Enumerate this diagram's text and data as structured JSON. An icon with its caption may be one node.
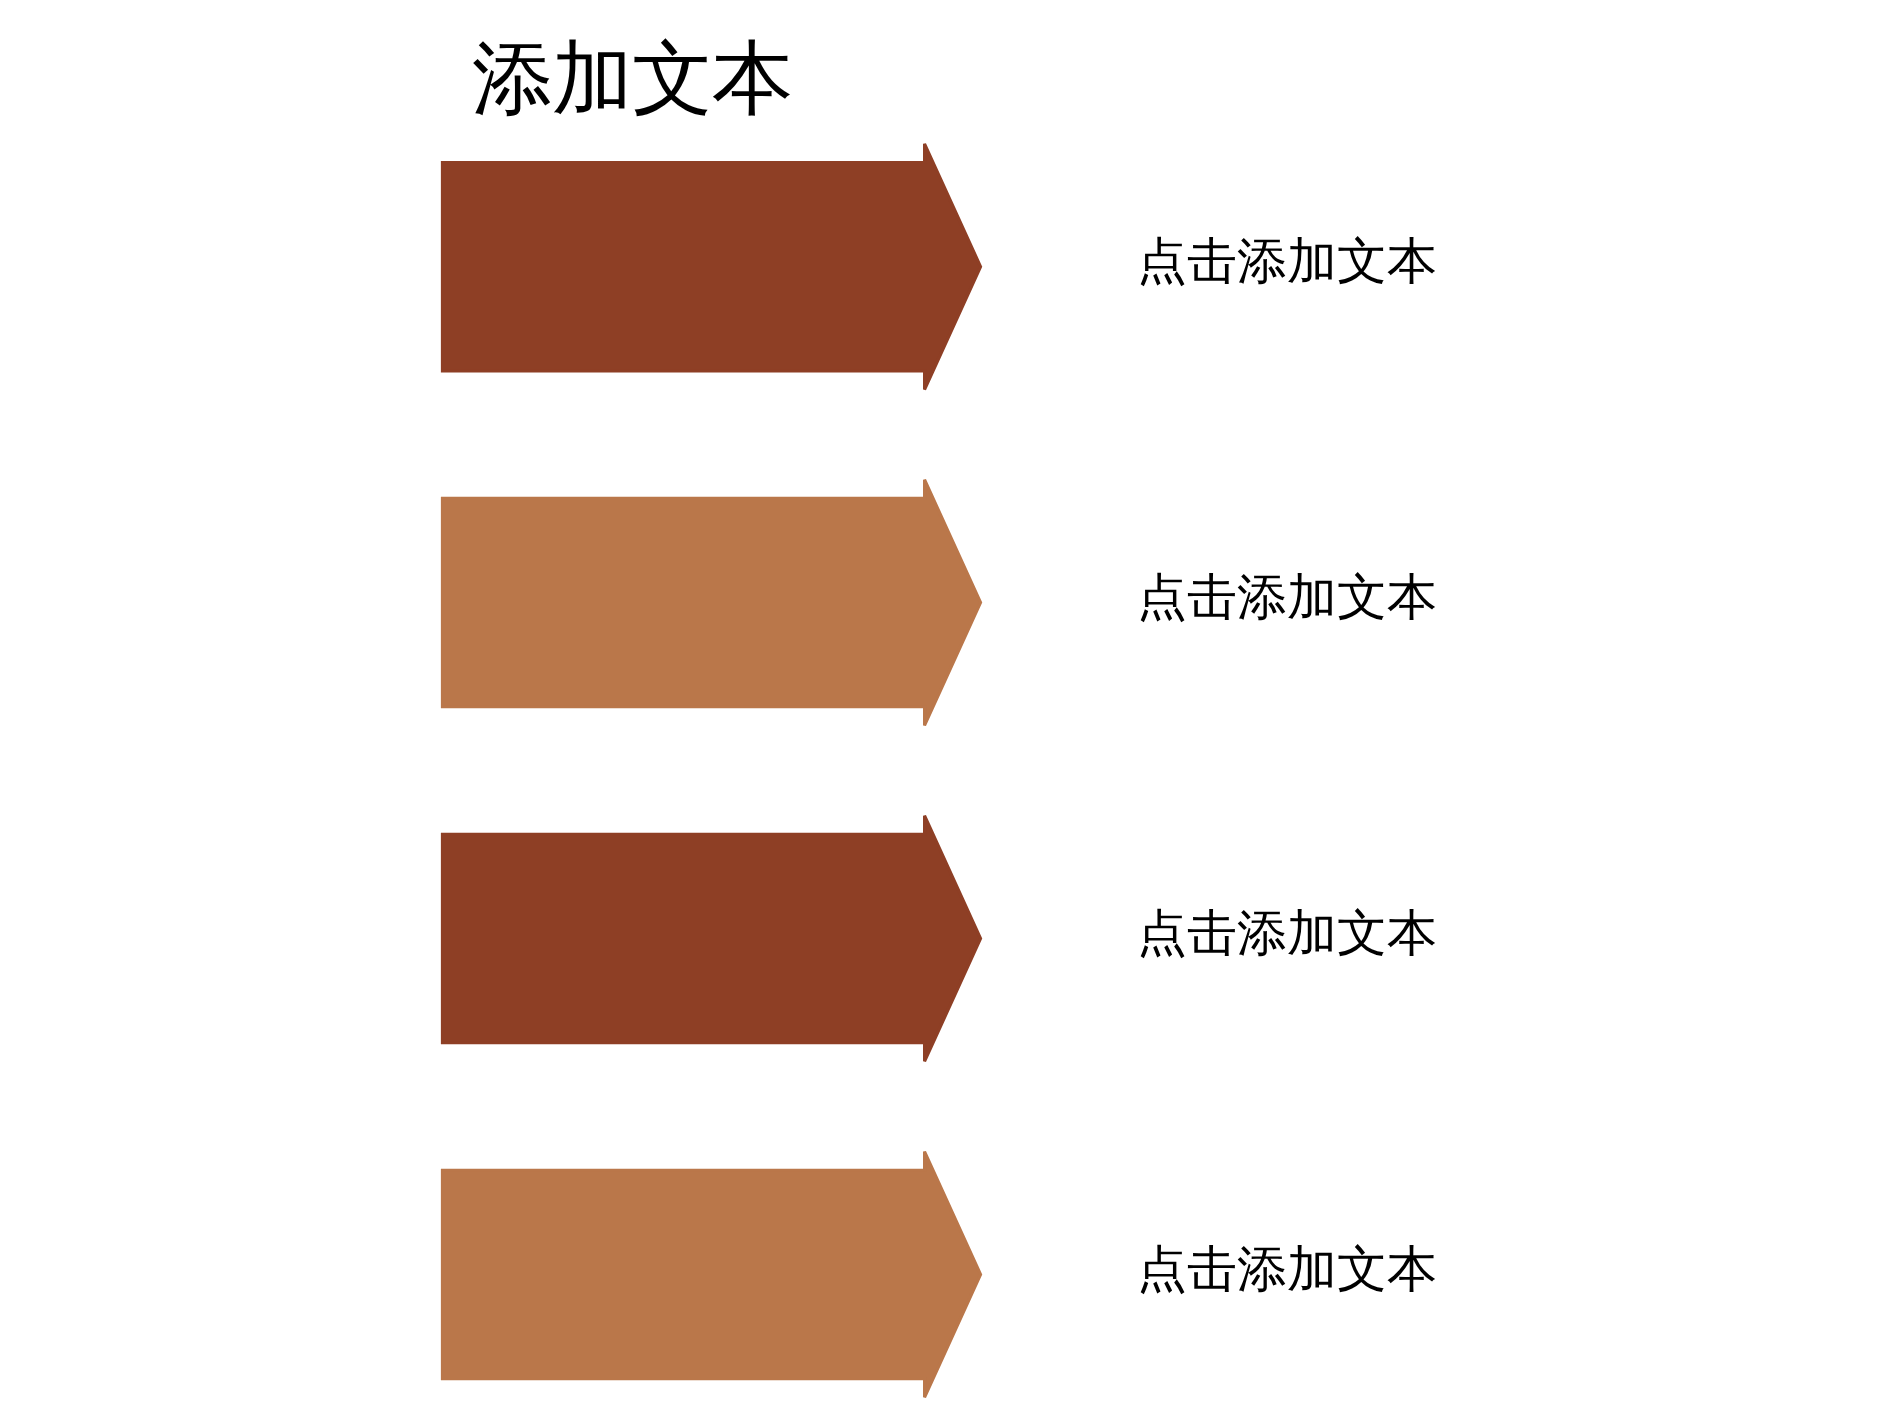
{
  "diagram": {
    "title": "添加文本",
    "nodes": [
      {
        "text": [],
        "shape": "arrow",
        "beside": [
          "点击添加文本"
        ]
      },
      {
        "text": [],
        "shape": "arrow",
        "beside": [
          "点击添加文本"
        ]
      },
      {
        "text": [],
        "shape": "arrow",
        "beside": [
          "点击添加文本"
        ]
      },
      {
        "text": [],
        "shape": "arrow",
        "beside": [
          "点击添加文本"
        ]
      }
    ]
  }
}
